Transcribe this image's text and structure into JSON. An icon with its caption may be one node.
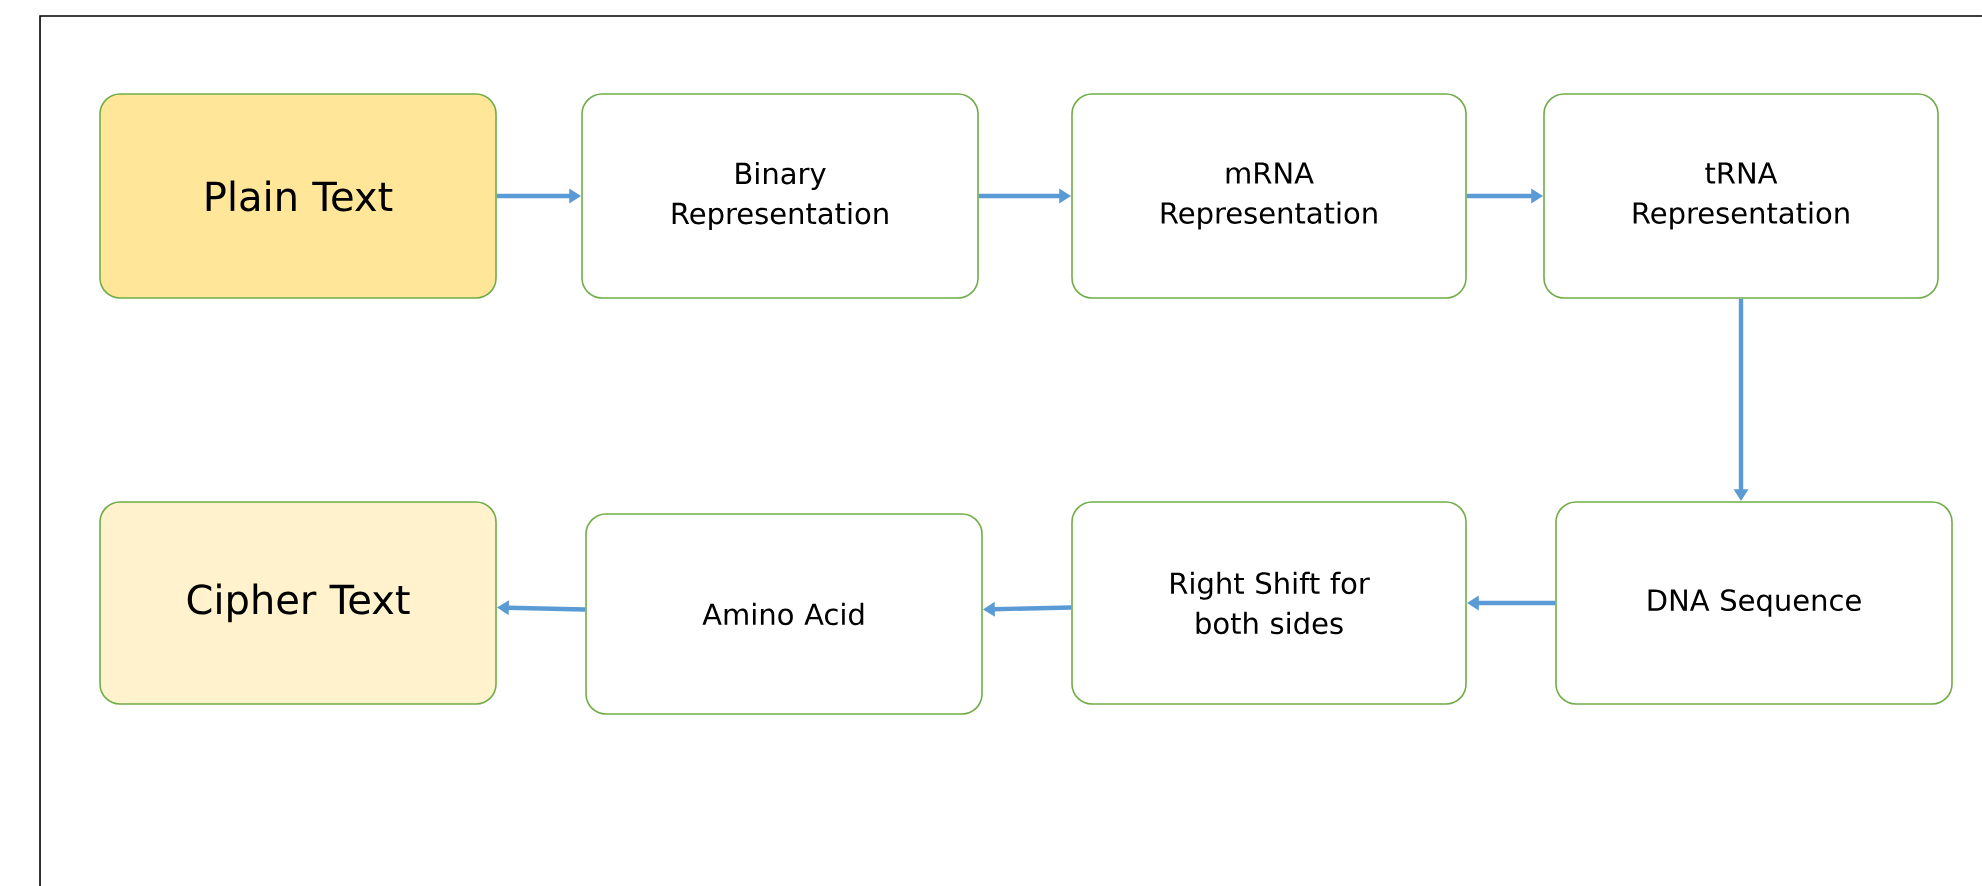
{
  "diagram": {
    "nodes": [
      {
        "text": [
          "Plain Text"
        ]
      },
      {
        "text": [
          "Binary Representation"
        ]
      },
      {
        "text": [
          "mRNA Representation"
        ]
      },
      {
        "text": [
          "tRNA Representation"
        ]
      },
      {
        "text": [
          "DNA Sequence"
        ]
      },
      {
        "text": [
          "Right Shift for both sides"
        ]
      },
      {
        "text": [
          "Amino Acid"
        ]
      },
      {
        "text": [
          "Cipher Text"
        ]
      }
    ],
    "edges": [
      {
        "from": 0,
        "to": 1,
        "arrow": "to"
      },
      {
        "from": 1,
        "to": 2,
        "arrow": "to"
      },
      {
        "from": 2,
        "to": 3,
        "arrow": "to"
      },
      {
        "from": 3,
        "to": 4,
        "arrow": "to"
      },
      {
        "from": 4,
        "to": 5,
        "arrow": "to"
      },
      {
        "from": 5,
        "to": 6,
        "arrow": "to"
      },
      {
        "from": 6,
        "to": 7,
        "arrow": "to"
      }
    ]
  }
}
